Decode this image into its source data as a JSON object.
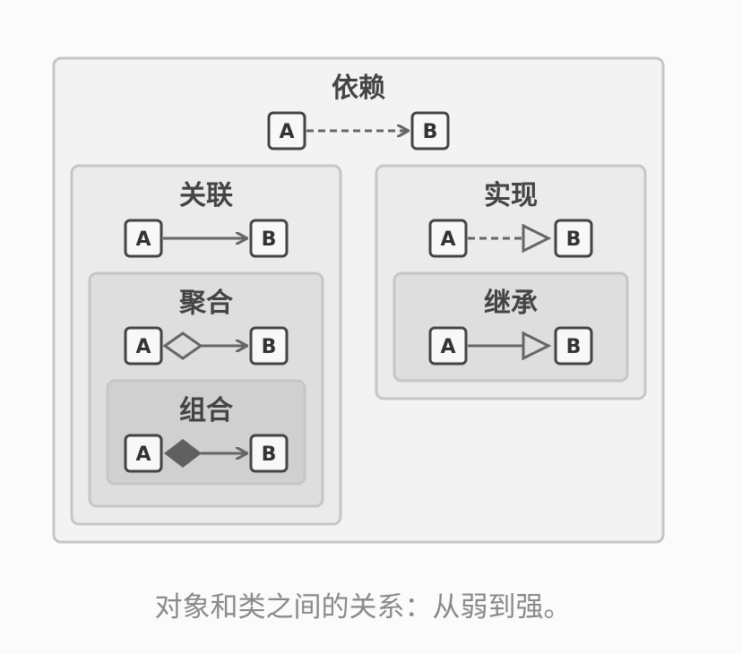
{
  "colors": {
    "background": "#fbfbfb",
    "level1": "#f3f3f3",
    "level2": "#ebebeb",
    "level3": "#dedede",
    "level4": "#d0d0d0",
    "border": "#c6c6c6",
    "node_border": "#444444",
    "line": "#666666"
  },
  "node_labels": {
    "a": "A",
    "b": "B"
  },
  "groups": {
    "dependency": "依赖",
    "association": "关联",
    "aggregation": "聚合",
    "composition": "组合",
    "realization": "实现",
    "inheritance": "继承"
  },
  "caption": "对象和类之间的关系：从弱到强。"
}
